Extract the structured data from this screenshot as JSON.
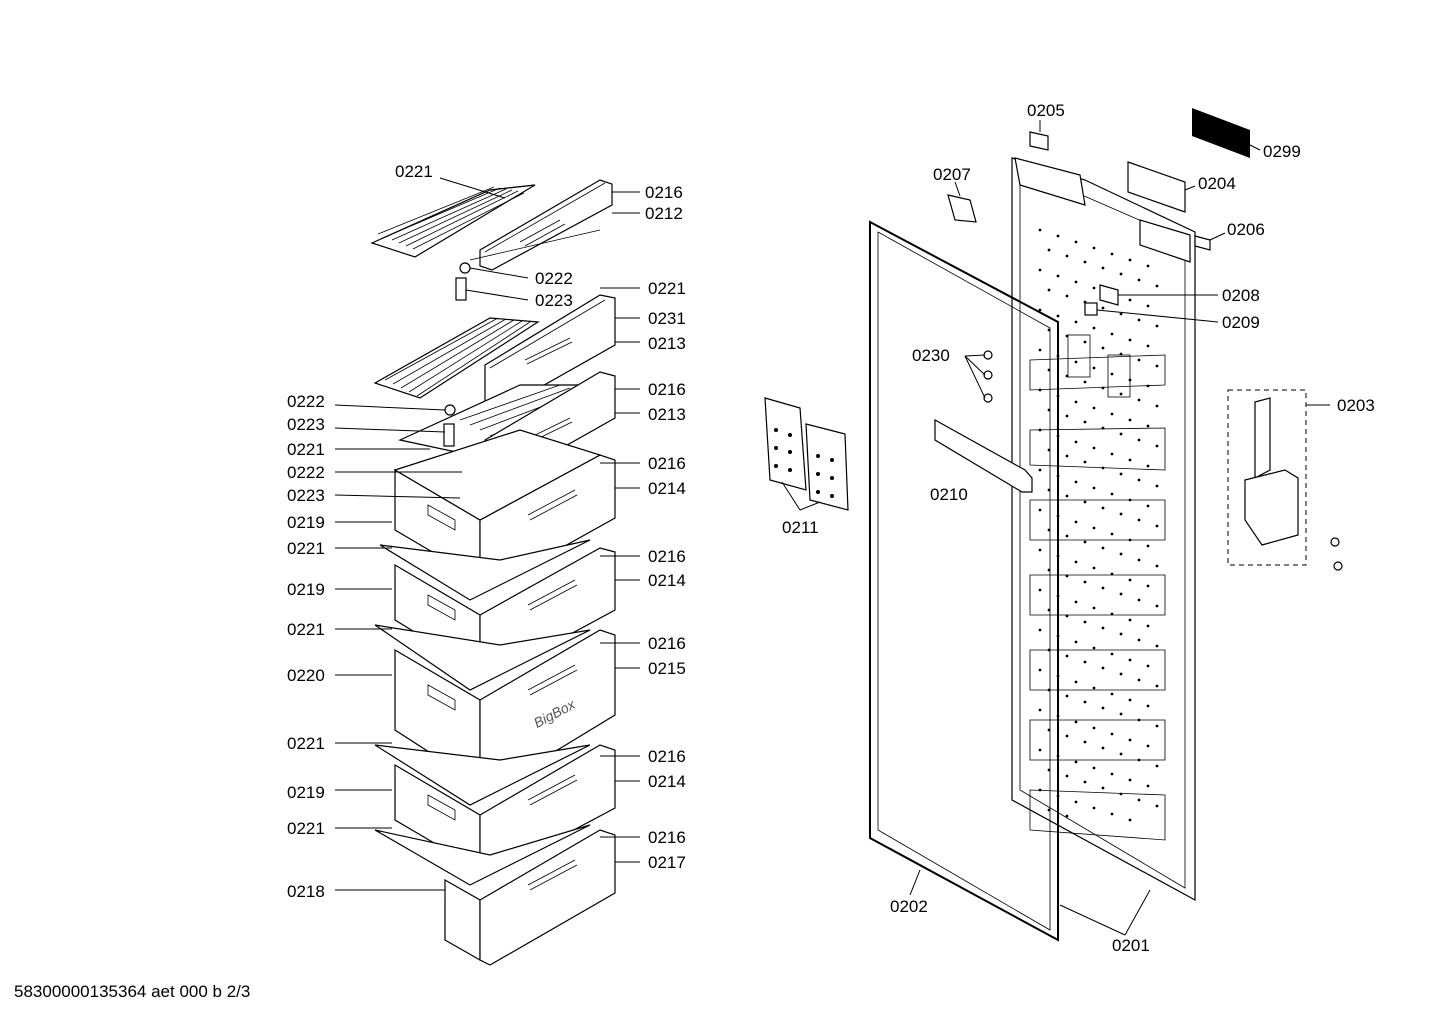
{
  "labels": {
    "l0221a": "0221",
    "l0216a": "0216",
    "l0212": "0212",
    "l0222a": "0222",
    "l0223a": "0223",
    "l0221b": "0221",
    "l0231": "0231",
    "l0213a": "0213",
    "l0222b": "0222",
    "l0216b": "0216",
    "l0223b": "0223",
    "l0213b": "0213",
    "l0221c": "0221",
    "l0222c": "0222",
    "l0216c": "0216",
    "l0223c": "0223",
    "l0214a": "0214",
    "l0219a": "0219",
    "l0221d": "0221",
    "l0216d": "0216",
    "l0219b": "0219",
    "l0214b": "0214",
    "l0221e": "0221",
    "l0216e": "0216",
    "l0220": "0220",
    "l0215": "0215",
    "l0221f": "0221",
    "l0216f": "0216",
    "l0219c": "0219",
    "l0214c": "0214",
    "l0221g": "0221",
    "l0216g": "0216",
    "l0218": "0218",
    "l0217": "0217",
    "l0205": "0205",
    "l0299": "0299",
    "l0207": "0207",
    "l0204": "0204",
    "l0206": "0206",
    "l0208": "0208",
    "l0209": "0209",
    "l0230": "0230",
    "l0203": "0203",
    "l0210": "0210",
    "l0211": "0211",
    "l0202": "0202",
    "l0201": "0201"
  },
  "drawer_brand": "BigBox",
  "footer": "58300000135364 aet 000 b 2/3"
}
